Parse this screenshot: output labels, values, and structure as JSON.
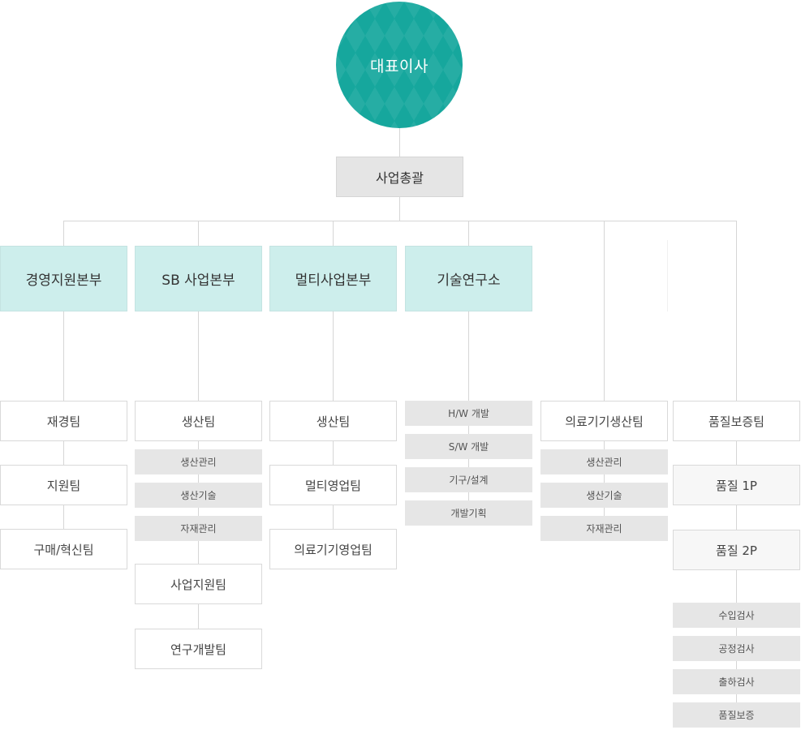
{
  "ceo": {
    "label": "대표이사"
  },
  "general_manager": {
    "label": "사업총괄"
  },
  "headquarters": [
    {
      "label": "경영지원본부"
    },
    {
      "label": "SB 사업본부"
    },
    {
      "label": "멀티사업본부"
    },
    {
      "label": "기술연구소"
    }
  ],
  "columns": {
    "management": {
      "teams": [
        "재경팀",
        "지원팀",
        "구매/혁신팀"
      ]
    },
    "sb": {
      "production_team": "생산팀",
      "production_subs": [
        "생산관리",
        "생산기술",
        "자재관리"
      ],
      "teams": [
        "사업지원팀",
        "연구개발팀"
      ]
    },
    "multi": {
      "teams": [
        "생산팀",
        "멀티영업팀",
        "의료기기영업팀"
      ]
    },
    "research": {
      "subs": [
        "H/W 개발",
        "S/W 개발",
        "기구/설계",
        "개발기획"
      ]
    },
    "medical": {
      "team": "의료기기생산팀",
      "subs": [
        "생산관리",
        "생산기술",
        "자재관리"
      ]
    },
    "quality": {
      "team": "품질보증팀",
      "parts": [
        "품질 1P",
        "품질 2P"
      ],
      "subs": [
        "수입검사",
        "공정검사",
        "출하검사",
        "품질보증"
      ]
    }
  },
  "colors": {
    "ceo": "#16a79d",
    "headquarters": "#cdeeec",
    "general_manager": "#e5e5e5",
    "sub_item": "#e6e6e6",
    "connector": "#d6d6d6"
  }
}
